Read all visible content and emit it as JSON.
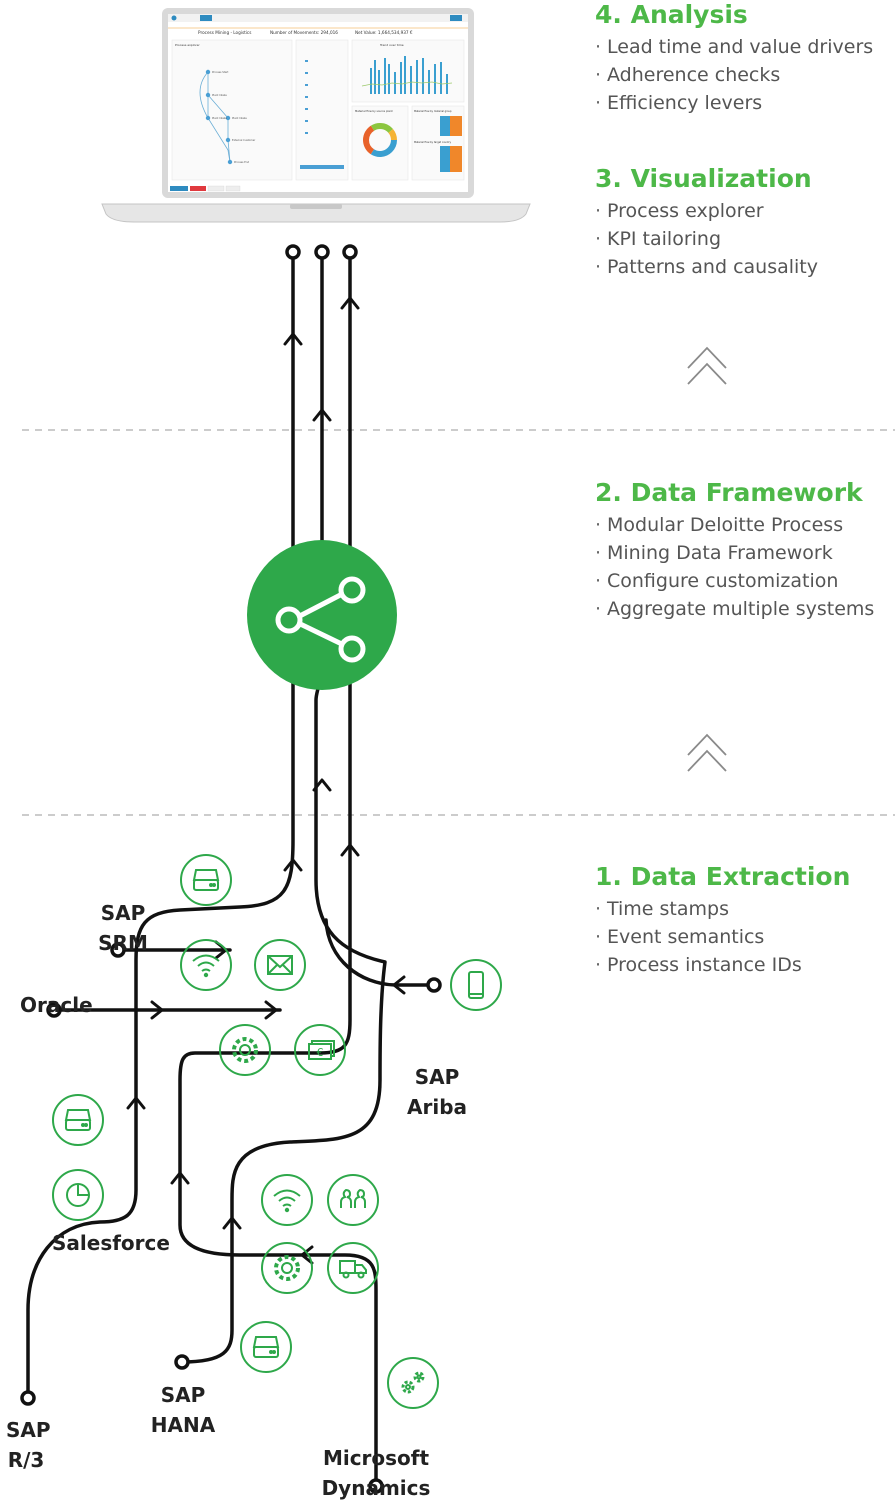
{
  "colors": {
    "accent": "#4db848",
    "icon_green": "#2ea84a",
    "line": "#111111",
    "dash": "#bbbbbb",
    "text": "#555555"
  },
  "stages": [
    {
      "id": "analysis",
      "title": "4. Analysis",
      "items": [
        "Lead time and value drivers",
        "Adherence checks",
        "Efficiency levers"
      ]
    },
    {
      "id": "visualization",
      "title": "3. Visualization",
      "items": [
        "Process explorer",
        "KPI tailoring",
        "Patterns and causality"
      ]
    },
    {
      "id": "framework",
      "title": "2. Data Framework",
      "items": [
        "Modular Deloitte Process",
        "Mining Data Framework",
        "Configure customization",
        "Aggregate multiple systems"
      ]
    },
    {
      "id": "extraction",
      "title": "1. Data Extraction",
      "items": [
        "Time stamps",
        "Event semantics",
        "Process instance IDs"
      ]
    }
  ],
  "sources": {
    "sap_srm": [
      "SAP",
      "SRM"
    ],
    "oracle": [
      "Oracle"
    ],
    "salesforce": [
      "Salesforce"
    ],
    "sap_r3": [
      "SAP",
      "R/3"
    ],
    "sap_ariba": [
      "SAP",
      "Ariba"
    ],
    "sap_hana": [
      "SAP",
      "HANA"
    ],
    "ms_dynamics": [
      "Microsoft",
      "Dynamics"
    ]
  },
  "dashboard": {
    "title": "Process Mining - Logistics",
    "kpi_movements": "Number of Movements: 294,016",
    "kpi_value": "Net Value: 1,664,534,937 €",
    "panel_explorer": "Process explorer",
    "panel_trend": "Trend over time",
    "panel_source": "Material flow by source plant",
    "panel_group": "Material flow by material group",
    "panel_country": "Material flow by target country",
    "nodes": [
      "Process Start",
      "Plant Intake",
      "Plant Intake",
      "Plant Intake",
      "External Customer",
      "Process End"
    ]
  },
  "icons": [
    "server-icon",
    "wifi-icon",
    "mail-icon",
    "gear-icon",
    "money-icon",
    "server-icon",
    "chart-pie-icon",
    "wifi-icon",
    "people-icon",
    "gear-icon",
    "truck-icon",
    "server-icon",
    "gears-icon",
    "phone-icon",
    "share-icon",
    "chevron-up-icon"
  ]
}
